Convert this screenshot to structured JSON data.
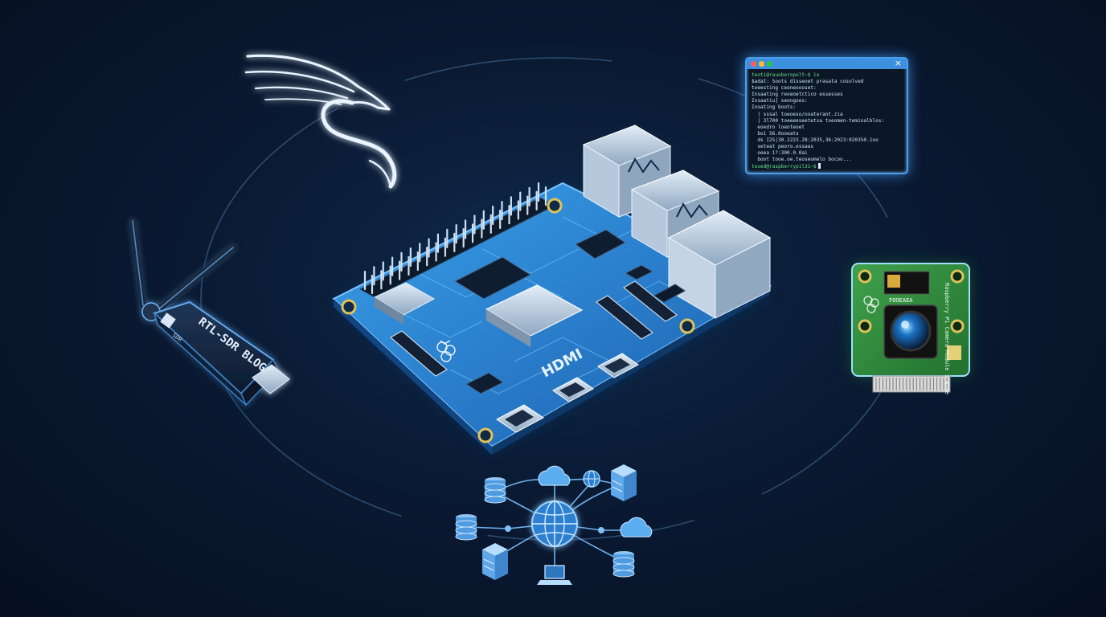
{
  "terminal": {
    "close_glyph": "×",
    "lines": [
      "teoti@rauoberopolt~$ io",
      "$adat: 5oots disseoet prasata cosolved",
      "toeesting ceoneoooset:",
      "Insaating reoeoetctico essesses",
      "Insaatiu] seongoes:",
      "Inoating boots:",
      "  | sssal toeoeso/ooaterant.zia",
      "  | 3l700 toeeeeseetetsa toeomen-teminalblos:",
      "  eoedro loeoteoet",
      "  boi 56.0ooeats",
      "  ds I25|30.2223.28:2035,36:2023:020350.1oo",
      "  seteat peoro.essaas",
      "  oeea 1?:300.0.0ai",
      "  boot tooe.oe.teoseomelo bocoo...",
      "teoed@raspberrypil31~$"
    ]
  },
  "usb_dongle": {
    "label": "RTL-SDR BLOG",
    "side_label": "SDR"
  },
  "board": {
    "port_label": "HDMI"
  },
  "camera": {
    "chip_label": "FOOEAEA",
    "vertical_text": "Raspberry Pi Camera Module 3 Wide"
  },
  "colors": {
    "accent": "#4aa8ff",
    "board": "#1e6fb8",
    "background": "#0a1a33",
    "camera_pcb": "#2f8a3c"
  },
  "icons": [
    "dragon-logo-icon",
    "terminal-window-icon",
    "usb-sdr-dongle-icon",
    "raspberry-pi-board-icon",
    "camera-module-icon",
    "network-globe-icon",
    "database-icon",
    "server-icon",
    "cloud-icon",
    "laptop-icon"
  ]
}
